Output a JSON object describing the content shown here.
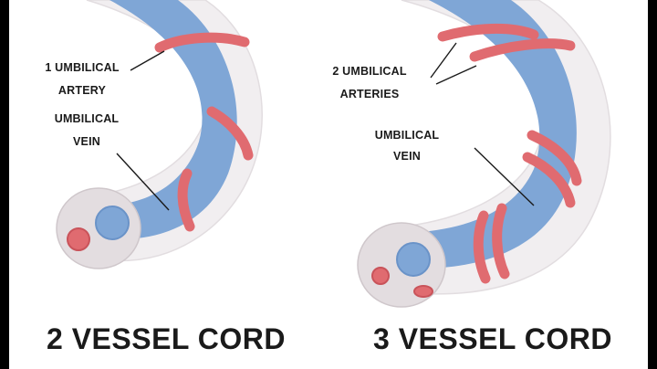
{
  "panels": [
    {
      "title": "2 VESSEL CORD",
      "artery_label_line1": "1 UMBILICAL",
      "artery_label_line2": "ARTERY",
      "vein_label_line1": "UMBILICAL",
      "vein_label_line2": "VEIN"
    },
    {
      "title": "3 VESSEL CORD",
      "artery_label_line1": "2 UMBILICAL",
      "artery_label_line2": "ARTERIES",
      "vein_label_line1": "UMBILICAL",
      "vein_label_line2": "VEIN"
    }
  ],
  "colors": {
    "background": "#ffffff",
    "frame": "#000000",
    "cord_sheath": "#f1eef0",
    "cord_cross_section": "#e3dde0",
    "vein": "#7fa6d6",
    "vein_dark": "#6a93c8",
    "artery": "#e06b70",
    "artery_dark": "#c9535a",
    "text": "#1a1a1a"
  }
}
